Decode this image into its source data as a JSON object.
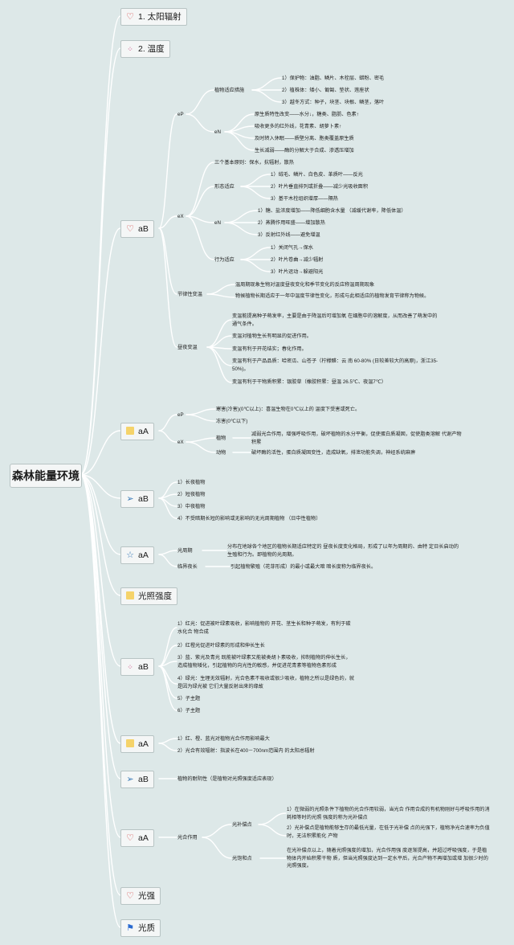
{
  "root": "森林能量环境",
  "branches": {
    "b1": "1. 太阳辐射",
    "b2": "2. 温度",
    "b3": "aB",
    "b4": "aA",
    "b5": "aB",
    "b6": "aA",
    "b7": "光照强度",
    "b8": "aB",
    "b9": "aA",
    "b10": "aB",
    "b11": "aA",
    "b12": "光强",
    "b13": "光质"
  },
  "aB1": {
    "eP": "eP",
    "eP_sub": "植物适应措施",
    "eP_items": [
      "1）保护物：油脂、鳞片、木栓层、蜡粉、密毛",
      "2）植株体：矮小、匍匐、垫状、莲座状",
      "3）越冬方式：种子，块茎、块根、鳞茎，落叶"
    ],
    "eN": "eN",
    "eN_items": [
      "原生质特性改变——水分↓，糖类、脂肪、色素↑",
      "吸收更多的红外线，花青素、胡萝卜素↑",
      "及时转入休眠——质壁分离、胞类覆盖原生质",
      "生长减弱——酶的分解大于合成、渗透压增加"
    ],
    "eX": "eX",
    "eX_top": "三个基本原则：保水，抗辐射，散热",
    "form": "形态适应",
    "form_items": [
      "1）绒毛、鳞片、白色皮、革质叶——反光",
      "2）叶片垂直排列或折叠——减少光吸收面积",
      "3）基干木栓组织增厚——隔热"
    ],
    "eX_eN": "eN",
    "eX_eN_items": [
      "1）糖、盐浓度增加——降低细胞含水量  （减缓代谢率，降低体温）",
      "2）蒸腾作用旺盛——增加散热",
      "3）反射红外线——避免增温"
    ],
    "behav": "行为适应",
    "behav_items": [
      "1）关闭气孔→保水",
      "2）叶片卷曲→减少辐射",
      "3）叶片运动→躲避阳光"
    ],
    "rhythm": "节律性变温",
    "rhythm_items": [
      "温周期现象生物对温度昼夜变化和季节变化的反应称温周期现象",
      "物候植物长期适应于一年中温度节律性变化，形成与此相适应的植物发育节律称为物候。"
    ],
    "diurnal": "昼夜变温",
    "diurnal_items": [
      "变温能提高种子萌发率，主要是由于降温后可增加氧 在细胞中的溶解度，从而改善了萌发中的通气条件。",
      "变温对植物生长有明显的促进作用。",
      "变温有利于开花结实；春化作用。",
      "变温有利于产品品质：哈密瓜、山苍子（柠檬醛：云 南 60-80% (日较差较大的高原)，浙江35-50%)。",
      "变温有利于干物质积累：银胶草（橡胶积累：昼温 26.5℃、夜温7℃）"
    ]
  },
  "aA1": {
    "eP": "eP",
    "eP_items": [
      "寒害(冷害)(0℃以上)：喜温生物在0℃以上的 温度下受害或死亡。",
      "冻害(0℃以下)"
    ],
    "eX": "eX",
    "plant": "植物",
    "plant_text": "减弱光合作用，增强呼吸作用，破坏植物的水分平衡，促使蛋白质凝固，促使脂类溶解 代谢产物积累",
    "animal": "动物",
    "animal_text": "破坏酶的活性，蛋白质凝固变性，造成缺氧，排泄功能失调，神经系统麻痹"
  },
  "aB2": {
    "items": [
      "1）长夜植物",
      "2）短夜植物",
      "3）中夜植物",
      "4）不受暗期长短的影响或无影响的无光周期植物 （日中性植物）"
    ]
  },
  "aA2": {
    "photo": "光周期",
    "photo_text": "分布在地球各个地区的植物长期适应特定的 昼夜长度变化格局，形成了以年为周期的、由特 定日长启动的生殖和行为。即植物的光周期。",
    "critical": "临界夜长",
    "critical_text": "引起植物繁殖（花芽形成）的最小或最大暗 暗长度称为临界夜长。"
  },
  "aB3": {
    "items": [
      "1）红光：促进被叶绿素吸收，影响植物的 开花、茎生长和种子萌发，有利于碳水化合 物合成",
      "2）红橙光促进叶绿素的形成和伸长生长",
      "3）蓝、紫光及青光 既能被叶绿素又能被类胡卜素吸收，抑制植物的伸长生长，造成植物矮化，引起植物的向光性的敏感，并促进花青素等植物色素形成",
      "4）绿光：生理无效辐射，光合色素不吸收或很少吸收，植物之所以是绿色的，就是因为绿光被 它们大量反射出来的缘故",
      "5）子主题",
      "6）子主题"
    ]
  },
  "aA3": {
    "items": [
      "1）红、橙、蓝光对植物光合作用影响最大",
      "2）光合有效辐射：指波长在400－700nm范围内 的太阳总辐射"
    ]
  },
  "aB4": {
    "text": "植物的耐阴性（是植物对光照强度适应表现）"
  },
  "aA4": {
    "photosyn": "光合作用",
    "comp": "光补偿点",
    "comp_items": [
      "1）在微弱的光照条件下植物的光合作用较弱，当光合 作用合成的有机物刚好与呼吸作用的消耗相等时的光照 强度的称为光补偿点",
      "2）光补偿点是植物能够生存的最低光量，在低于光补偿 点的光强下，植物净光合速率为负值时，无法积累能化 产物"
    ],
    "sat": "光饱和点",
    "sat_text": "在光补偿点以上，随着光照强度的增加，光合作用强 度逐渐提高，并超过呼吸强度，于是植物体内开始积累干物 质，但当光照强度达到一定水平后，光合产物不再增加或增 加很少时的光照强度。"
  },
  "colors": {
    "background": "#dde8e8",
    "node": "#f4f6f6",
    "line": "#ffffff",
    "heart": "#d03838",
    "note": "#f5d36a",
    "flag": "#2a6ad0",
    "plane": "#3a7ab8",
    "dots": "#c83c78"
  },
  "icons": [
    "heart-icon",
    "dots-icon",
    "note-icon",
    "paper-plane-icon",
    "star-icon",
    "flag-icon"
  ]
}
